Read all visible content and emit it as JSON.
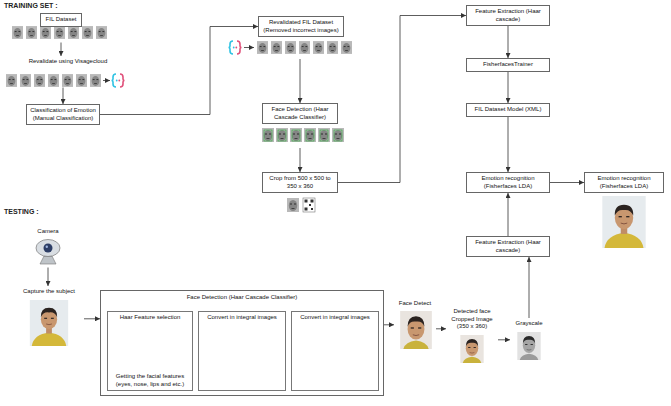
{
  "diagram": {
    "nodes": [
      {
        "text": [
          "FIL Dataset"
        ]
      },
      {
        "text": [
          "Revalidate using Visagecloud"
        ]
      },
      {
        "text": [
          "Classification of Emotion (Manual Classification)"
        ]
      },
      {
        "text": [
          "Revalidated FIL Dataset (Removed incorrect images)"
        ]
      },
      {
        "text": [
          "Face Detection (Haar Cascade Classifier)"
        ]
      },
      {
        "text": [
          "Crop from 500 x 500 to 350 x 360"
        ]
      },
      {
        "text": [
          "Feature Extraction (Haar cascade)"
        ]
      },
      {
        "text": [
          "FisherfacesTrainer"
        ]
      },
      {
        "text": [
          "FIL Dataset Model (XML)"
        ]
      },
      {
        "text": [
          "Emotion recognition (Fisherfaces LDA)"
        ]
      },
      {
        "text": [
          "Emotion recognition (Fisherfaces LDA)"
        ]
      },
      {
        "text": [
          "Feature Extraction (Haar cascade)"
        ]
      },
      {
        "text": [
          "Camera"
        ]
      },
      {
        "text": [
          "Capture the subject"
        ]
      },
      {
        "text": [
          "Face Detection (Haar Cascade Classifier)"
        ]
      },
      {
        "text": [
          "Haar Feature selection",
          "Getting the facial features (eyes, nose, lips and etc.)"
        ],
        "in": 14
      },
      {
        "text": [
          "Convert in integral images"
        ],
        "in": 14
      },
      {
        "text": [
          "Convert in integral images"
        ],
        "in": 14
      },
      {
        "text": [
          "Face Detect"
        ]
      },
      {
        "text": [
          "Detected face Cropped Image (350 x 360)"
        ]
      },
      {
        "text": [
          "Grayscale"
        ]
      }
    ],
    "edges": [
      {
        "from": 0,
        "to": 1,
        "arrow": "to"
      },
      {
        "from": 1,
        "to": 2,
        "arrow": "to"
      },
      {
        "from": 2,
        "to": 3,
        "arrow": "to"
      },
      {
        "from": 3,
        "to": 4,
        "arrow": "to"
      },
      {
        "from": 4,
        "to": 5,
        "arrow": "to"
      },
      {
        "from": 5,
        "to": 6,
        "arrow": "to"
      },
      {
        "from": 6,
        "to": 7,
        "arrow": "to"
      },
      {
        "from": 7,
        "to": 8,
        "arrow": "to"
      },
      {
        "from": 8,
        "to": 9,
        "arrow": "to"
      },
      {
        "from": 9,
        "to": 10,
        "arrow": "to"
      },
      {
        "from": 11,
        "to": 9,
        "arrow": "to"
      },
      {
        "from": 12,
        "to": 13,
        "arrow": "to"
      },
      {
        "from": 13,
        "to": 14,
        "arrow": "to"
      },
      {
        "from": 14,
        "to": 18,
        "arrow": "to"
      },
      {
        "from": 18,
        "to": 19,
        "arrow": "to"
      },
      {
        "from": 19,
        "to": 20,
        "arrow": "to"
      },
      {
        "from": 20,
        "to": 11,
        "arrow": "to"
      }
    ],
    "labels": [
      "TRAINING SET :",
      "TESTING :"
    ]
  }
}
